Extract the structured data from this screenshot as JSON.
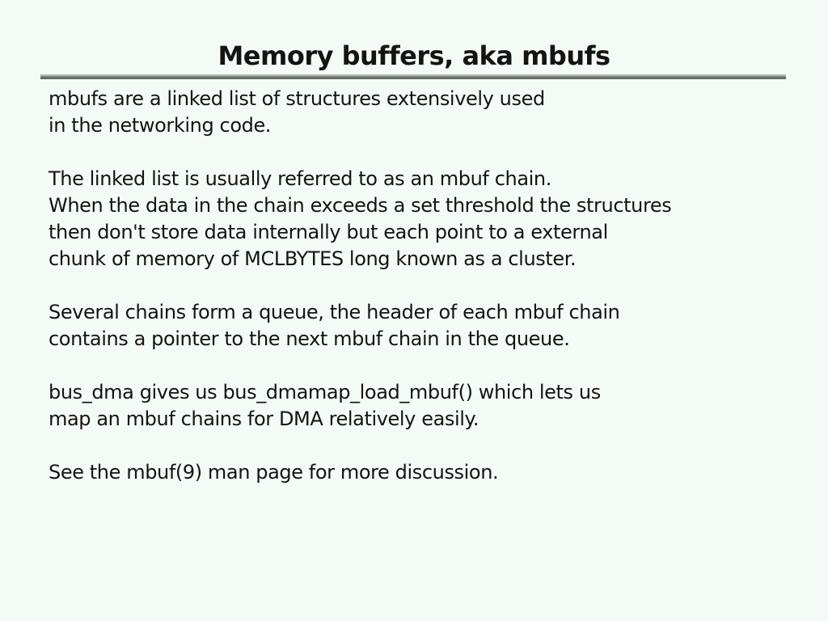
{
  "page": {
    "background_color": "#f4faf5",
    "text_color": "#141414",
    "rule_top_color": "#b2b6b2",
    "rule_bottom_color": "#676c67"
  },
  "slide": {
    "title": "Memory buffers, aka mbufs",
    "paragraphs": [
      {
        "lines": [
          "mbufs are a linked list of structures extensively used",
          "in the networking code."
        ]
      },
      {
        "lines": [
          "The linked list is usually referred to as an mbuf chain.",
          "When the data in the chain exceeds a set threshold the structures",
          "then don't store data internally but each point to a external",
          "chunk of memory of MCLBYTES long known as a cluster."
        ]
      },
      {
        "lines": [
          "Several chains form a queue, the header of each mbuf chain",
          "contains a pointer to the next mbuf chain in the queue."
        ]
      },
      {
        "lines": [
          "bus_dma gives us bus_dmamap_load_mbuf() which lets us",
          "map an mbuf chains for DMA relatively easily."
        ]
      },
      {
        "lines": [
          "See the mbuf(9) man page for more discussion."
        ]
      }
    ]
  }
}
